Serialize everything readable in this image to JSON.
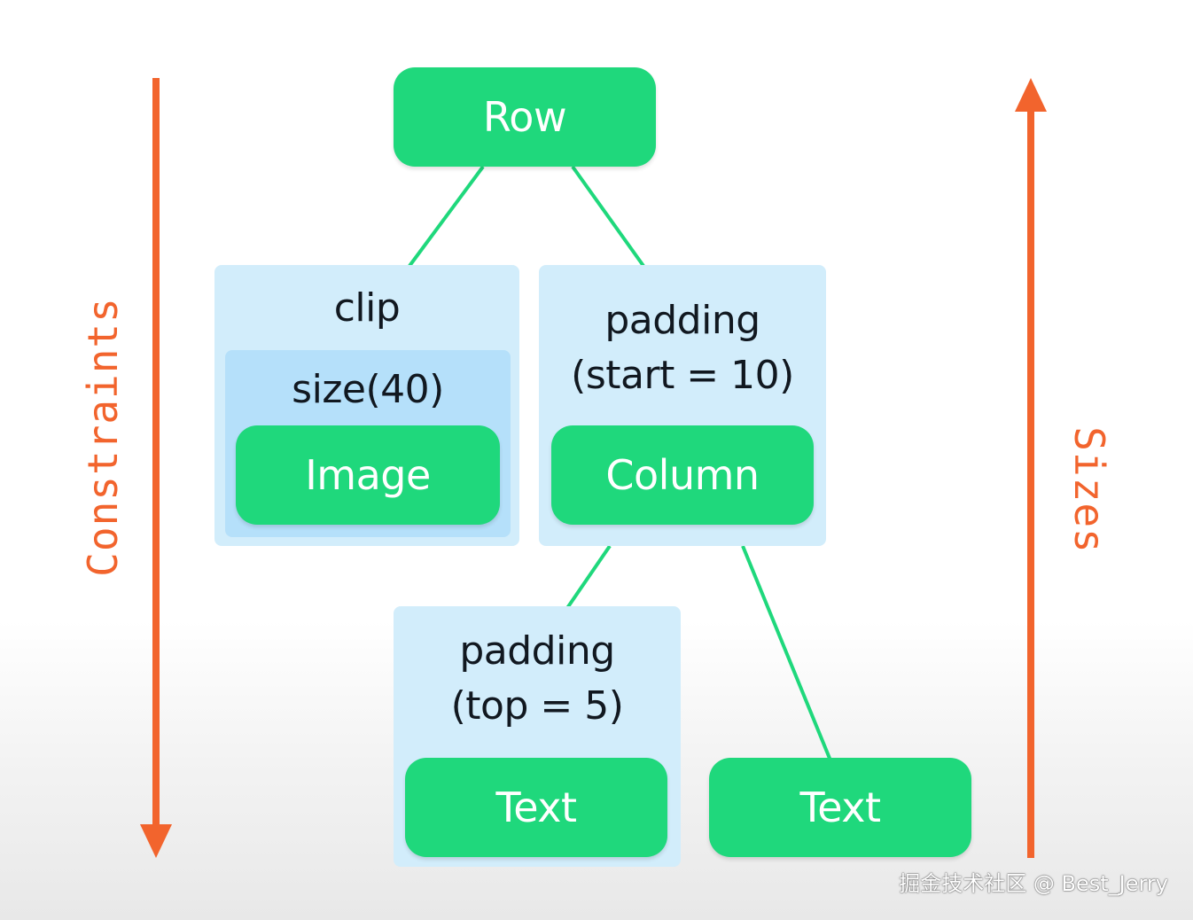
{
  "diagram": {
    "colors": {
      "node": "#1fd87c",
      "modifier": "#d2edfb",
      "modifier_inner": "#b5e0fa",
      "connector": "#1fd87c",
      "arrow": "#f2642d"
    },
    "side_labels": {
      "left": "Constraints",
      "right": "Sizes"
    },
    "nodes": {
      "row": "Row",
      "image": "Image",
      "column": "Column",
      "text_left": "Text",
      "text_right": "Text"
    },
    "modifiers": {
      "clip": "clip",
      "size": "size(40)",
      "padding_start_line1": "padding",
      "padding_start_line2": "(start = 10)",
      "padding_top_line1": "padding",
      "padding_top_line2": "(top = 5)"
    }
  },
  "watermark": "掘金技术社区 @ Best_Jerry"
}
